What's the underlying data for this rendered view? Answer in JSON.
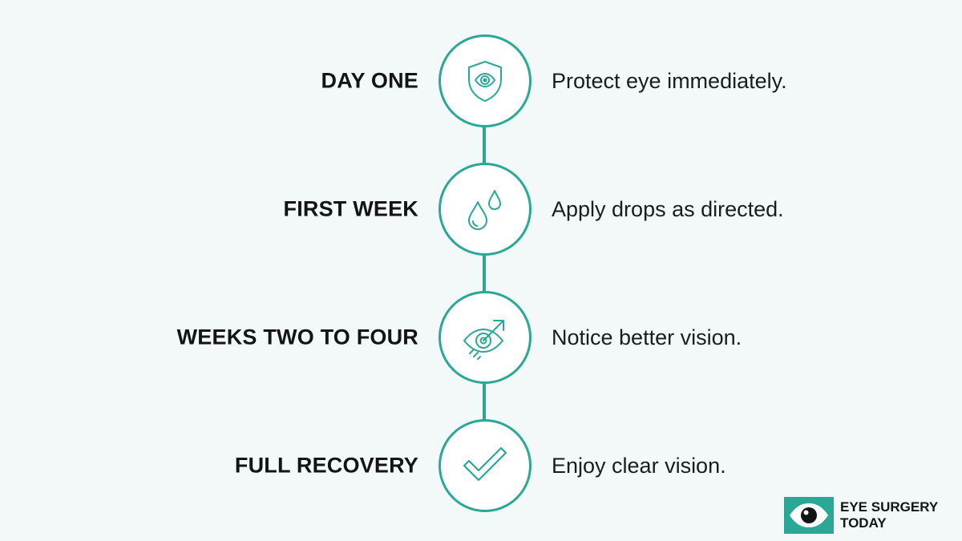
{
  "steps": [
    {
      "label": "DAY ONE",
      "description": "Protect eye immediately.",
      "icon": "shield-eye-icon"
    },
    {
      "label": "FIRST WEEK",
      "description": "Apply drops as directed.",
      "icon": "eye-drops-icon"
    },
    {
      "label": "WEEKS TWO TO FOUR",
      "description": "Notice better vision.",
      "icon": "eye-improvement-icon"
    },
    {
      "label": "FULL RECOVERY",
      "description": "Enjoy clear vision.",
      "icon": "checkmark-icon"
    }
  ],
  "logo": {
    "line1": "EYE SURGERY",
    "line2": "TODAY",
    "icon": "eye-logo-icon"
  },
  "colors": {
    "accent": "#2ba895",
    "background": "#f2f9f8",
    "text": "#141414"
  }
}
